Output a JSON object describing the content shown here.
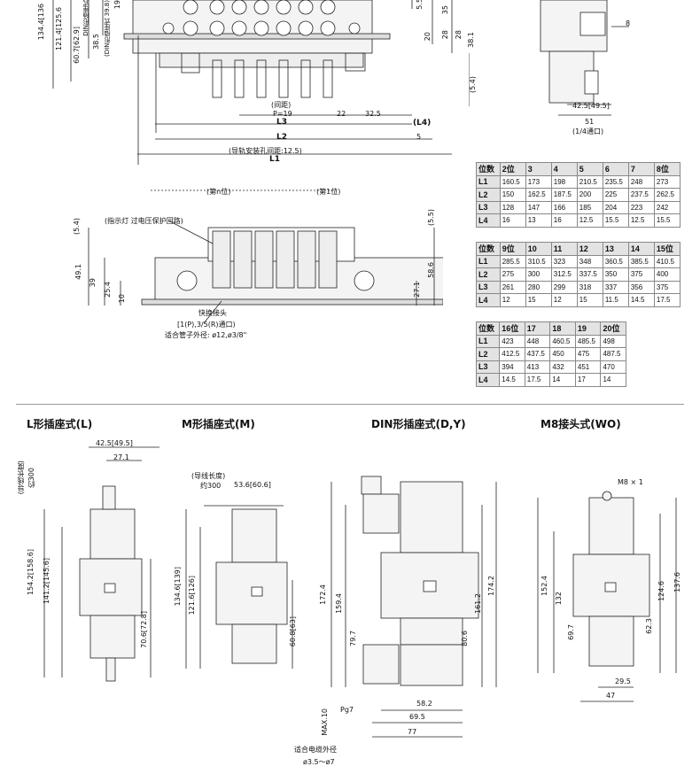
{
  "top_drawing": {
    "vertical_dims": [
      "134.4[136",
      "121.4[125.6",
      "60.7[62.9]",
      "DIN形插座式",
      "38.5",
      "(DIN形插座式 39.8)",
      "19"
    ],
    "right_dims": [
      "5.5",
      "35",
      "20",
      "28",
      "28",
      "38.1",
      "(5.4)"
    ],
    "spacing_label": "(间距)",
    "pitch": "P=19",
    "dim_22": "22",
    "dim_32_5": "32.5",
    "l4": "(L4)",
    "l3": "L3",
    "l2": "L2",
    "dim_5": "5",
    "rail_pitch": "(导轨安装孔间距:12.5)",
    "l1": "L1",
    "side_dims": [
      "8",
      "42.5[49.5]",
      "51",
      "(1/4通口)"
    ]
  },
  "middle_drawing": {
    "station_n": "(第n位)",
    "station_1": "(第1位)",
    "indicator_label": "(指示灯  过电压保护回路)",
    "left_dims": [
      "(5.4)",
      "49.1",
      "39",
      "25.4",
      "10"
    ],
    "right_dims": [
      "(5.5)",
      "58.6",
      "27.1"
    ],
    "fitting_label": "快换接头",
    "port_label": "[1(P),3/5(R)通口)",
    "tube_label": "适合管子外径: ø12,ø3/8\""
  },
  "dimension_tables": [
    {
      "header": [
        "位数",
        "2位",
        "3",
        "4",
        "5",
        "6",
        "7",
        "8位"
      ],
      "rows": [
        [
          "L1",
          "160.5",
          "173",
          "198",
          "210.5",
          "235.5",
          "248",
          "273"
        ],
        [
          "L2",
          "150",
          "162.5",
          "187.5",
          "200",
          "225",
          "237.5",
          "262.5"
        ],
        [
          "L3",
          "128",
          "147",
          "166",
          "185",
          "204",
          "223",
          "242"
        ],
        [
          "L4",
          "16",
          "13",
          "16",
          "12.5",
          "15.5",
          "12.5",
          "15.5"
        ]
      ]
    },
    {
      "header": [
        "位数",
        "9位",
        "10",
        "11",
        "12",
        "13",
        "14",
        "15位"
      ],
      "rows": [
        [
          "L1",
          "285.5",
          "310.5",
          "323",
          "348",
          "360.5",
          "385.5",
          "410.5"
        ],
        [
          "L2",
          "275",
          "300",
          "312.5",
          "337.5",
          "350",
          "375",
          "400"
        ],
        [
          "L3",
          "261",
          "280",
          "299",
          "318",
          "337",
          "356",
          "375"
        ],
        [
          "L4",
          "12",
          "15",
          "12",
          "15",
          "11.5",
          "14.5",
          "17.5"
        ]
      ]
    },
    {
      "header": [
        "位数",
        "16位",
        "17",
        "18",
        "19",
        "20位"
      ],
      "rows": [
        [
          "L1",
          "423",
          "448",
          "460.5",
          "485.5",
          "498"
        ],
        [
          "L2",
          "412.5",
          "437.5",
          "450",
          "475",
          "487.5"
        ],
        [
          "L3",
          "394",
          "413",
          "432",
          "451",
          "470"
        ],
        [
          "L4",
          "14.5",
          "17.5",
          "14",
          "17",
          "14"
        ]
      ]
    }
  ],
  "bottom_sections": {
    "l_type": {
      "title": "L形插座式(L)",
      "dims": [
        "42.5[49.5]",
        "27.1",
        "(导线长度)",
        "约300",
        "154.2[158.6]",
        "141.2[145.6]",
        "70.6[72.8]"
      ]
    },
    "m_type": {
      "title": "M形插座式(M)",
      "dims": [
        "(导线长度)",
        "约300",
        "53.6[60.6]",
        "134.6[139]",
        "121.6[126]",
        "60.8[63]"
      ]
    },
    "din_type": {
      "title": "DIN形插座式(D,Y)",
      "dims": [
        "172.4",
        "159.4",
        "79.7",
        "161.2",
        "174.2",
        "80.6",
        "58.2",
        "Pg7",
        "69.5",
        "77",
        "MAX.10",
        "适合电缆外径",
        "ø3.5～ø7"
      ]
    },
    "m8_type": {
      "title": "M8接头式(WO)",
      "dims": [
        "M8 × 1",
        "152.4",
        "132",
        "69.7",
        "124.6",
        "137.6",
        "62.3",
        "29.5",
        "47"
      ]
    }
  }
}
